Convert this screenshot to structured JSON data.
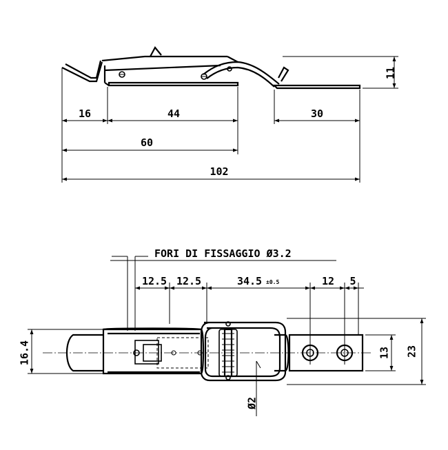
{
  "side_view": {
    "dims": {
      "d16": "16",
      "d44": "44",
      "d30": "30",
      "d60": "60",
      "d102": "102",
      "d11": "11"
    }
  },
  "top_view": {
    "title": "FORI DI FISSAGGIO Ø3.2",
    "dims": {
      "d12_5a": "12.5",
      "d12_5b": "12.5",
      "d34_5": "34.5",
      "tol": "±0.5",
      "d12": "12",
      "d5": "5",
      "d16_4": "16.4",
      "d13": "13",
      "d23": "23",
      "d_phi2": "Ø2"
    }
  }
}
